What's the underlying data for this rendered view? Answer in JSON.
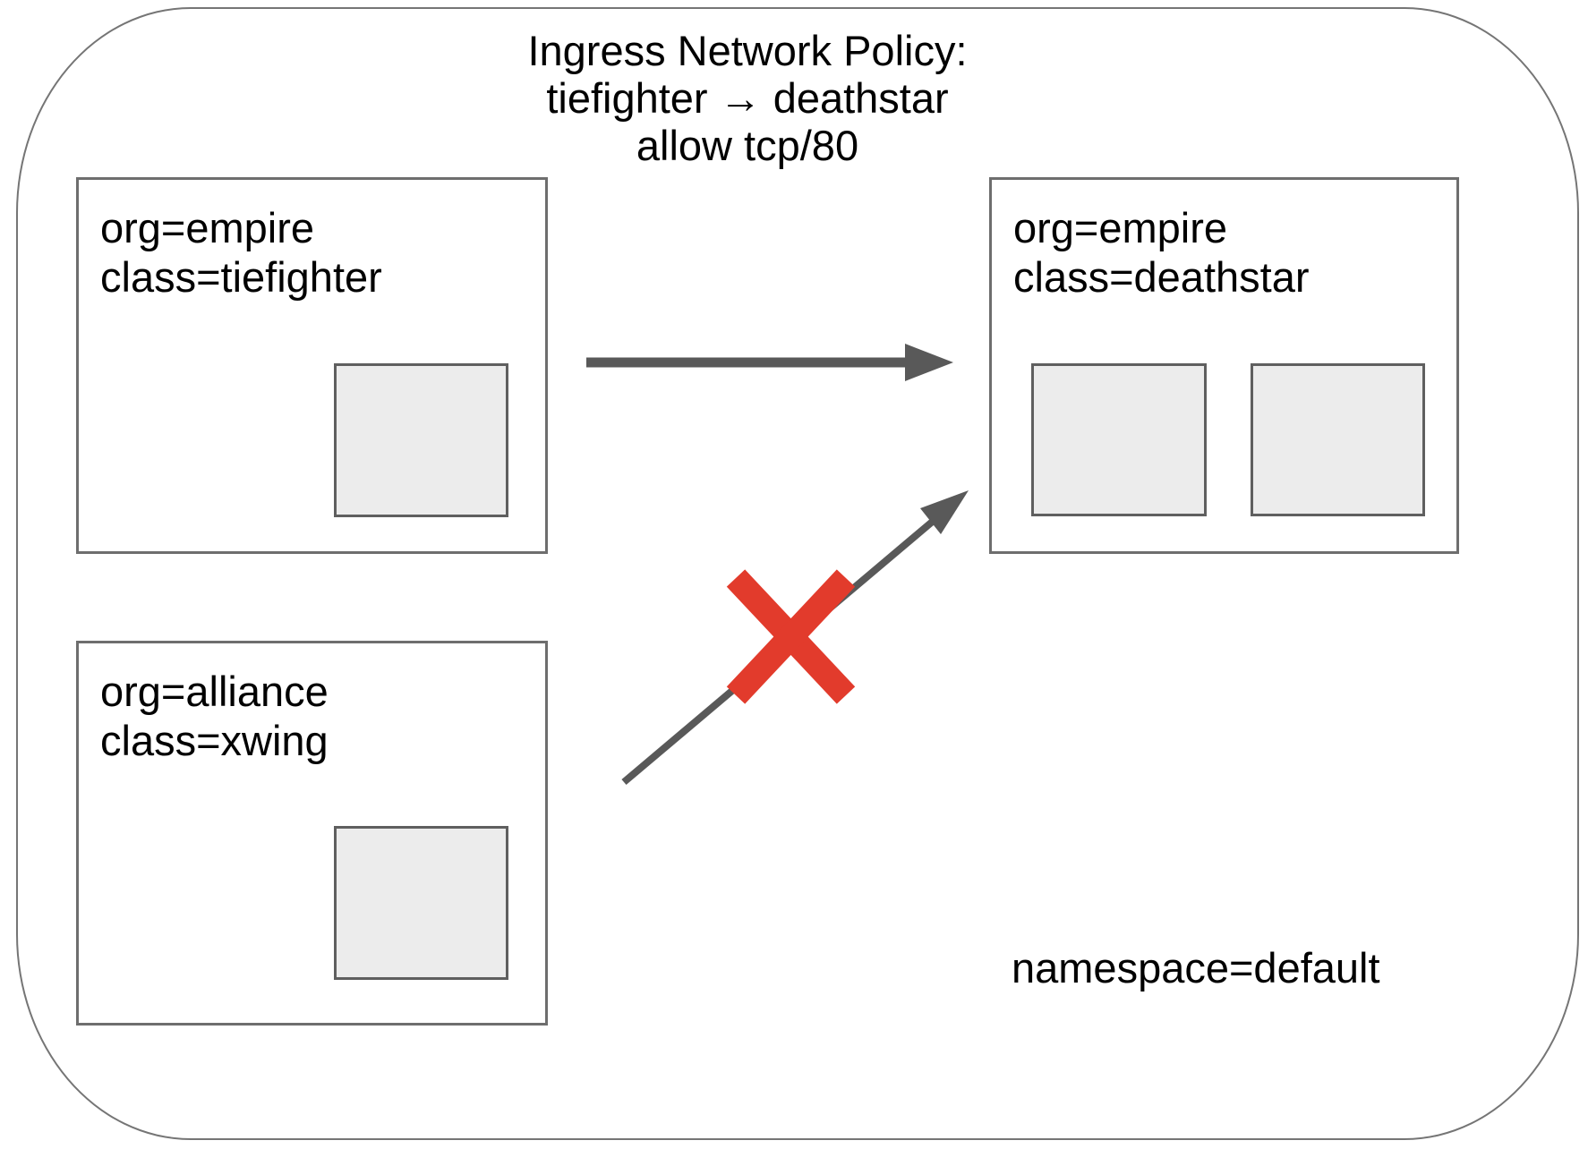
{
  "diagram": {
    "title_lines": [
      "Ingress Network Policy:",
      "tiefighter → deathstar",
      "allow tcp/80"
    ],
    "namespace_label": "namespace=default"
  },
  "nodes": {
    "tiefighter": {
      "labels": [
        "org=empire",
        "class=tiefighter"
      ],
      "pod_count": 1
    },
    "deathstar": {
      "labels": [
        "org=empire",
        "class=deathstar"
      ],
      "pod_count": 2
    },
    "xwing": {
      "labels": [
        "org=alliance",
        "class=xwing"
      ],
      "pod_count": 1
    }
  },
  "edges": [
    {
      "from": "tiefighter",
      "to": "deathstar",
      "status": "allowed"
    },
    {
      "from": "xwing",
      "to": "deathstar",
      "status": "denied"
    }
  ],
  "colors": {
    "arrow": "#595959",
    "denied_x": "#e23b2c",
    "frame_border": "#757575",
    "box_border": "#6e6e6e",
    "pod_fill": "#ececec",
    "pod_border": "#5f5f5f",
    "text": "#000000"
  }
}
